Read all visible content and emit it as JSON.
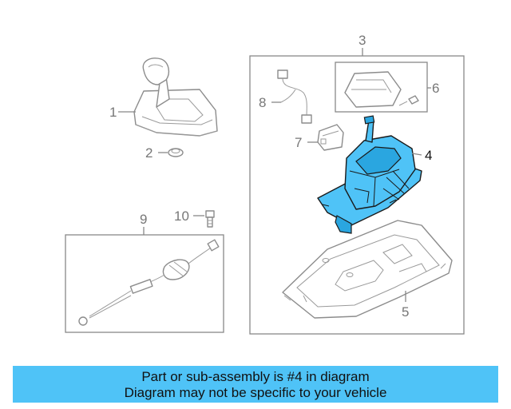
{
  "callouts": {
    "c1": "1",
    "c2": "2",
    "c3": "3",
    "c4": "4",
    "c5": "5",
    "c6": "6",
    "c7": "7",
    "c8": "8",
    "c9": "9",
    "c10": "10"
  },
  "highlight_color": "#4fc3f7",
  "notice": {
    "line1": "Part or sub-assembly is #4 in diagram",
    "line2": "Diagram may not be specific to your vehicle"
  }
}
